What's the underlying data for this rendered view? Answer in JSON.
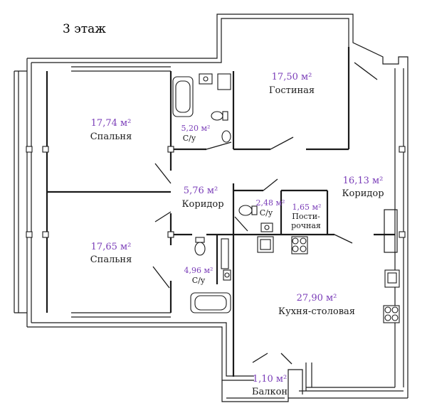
{
  "floor_title": "3 этаж",
  "rooms": [
    {
      "key": "living",
      "area": "17,50 м²",
      "name": "Гостиная"
    },
    {
      "key": "bedroom1",
      "area": "17,74 м²",
      "name": "Спальня"
    },
    {
      "key": "bath1",
      "area": "5,20 м²",
      "name": "С/у"
    },
    {
      "key": "corridor1",
      "area": "5,76 м²",
      "name": "Коридор"
    },
    {
      "key": "corridor2",
      "area": "16,13 м²",
      "name": "Коридор"
    },
    {
      "key": "bath2",
      "area": "2,48 м²",
      "name": "С/у"
    },
    {
      "key": "pantry",
      "area": "1,65 м²",
      "name": "Пости-",
      "name2": "рочная"
    },
    {
      "key": "bedroom2",
      "area": "17,65 м²",
      "name": "Спальня"
    },
    {
      "key": "bath3",
      "area": "4,96 м²",
      "name": "С/у"
    },
    {
      "key": "kitchen",
      "area": "27,90 м²",
      "name": "Кухня-столовая"
    },
    {
      "key": "balcony",
      "area": "1,10 м²",
      "name": "Балкон"
    }
  ]
}
